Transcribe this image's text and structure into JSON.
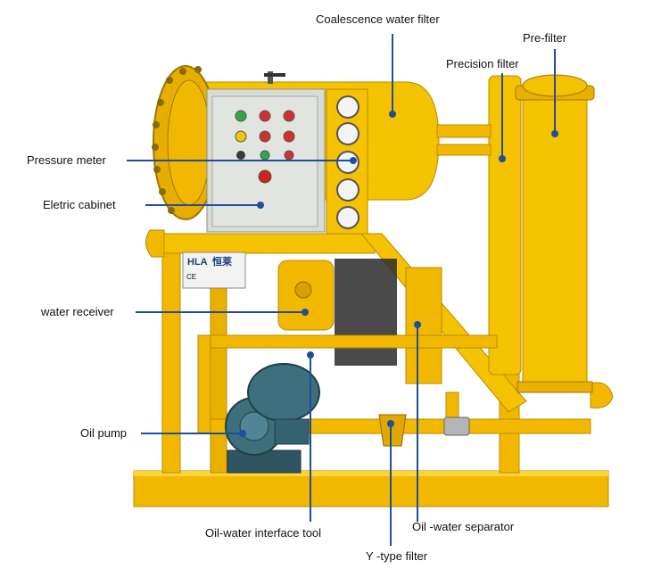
{
  "labels": {
    "coalescence": "Coalescence water filter",
    "prefilter": "Pre-filter",
    "precision": "Precision filter",
    "pressure": "Pressure meter",
    "cabinet": "Eletric cabinet",
    "receiver": "water receiver",
    "pump": "Oil pump",
    "interface": "Oil-water interface tool",
    "separator": "Oil -water separator",
    "yfilter": "Y -type filter"
  },
  "nameplate": {
    "logo": "HLA",
    "logo_cn": "恒莱",
    "ce": "CE"
  },
  "colors": {
    "machine_yellow": "#f5c200",
    "frame_yellow": "#f2b800",
    "cabinet_grey": "#d8dcd6",
    "pump_blue": "#3d6f7d",
    "leader_blue": "#1f4f9a"
  }
}
